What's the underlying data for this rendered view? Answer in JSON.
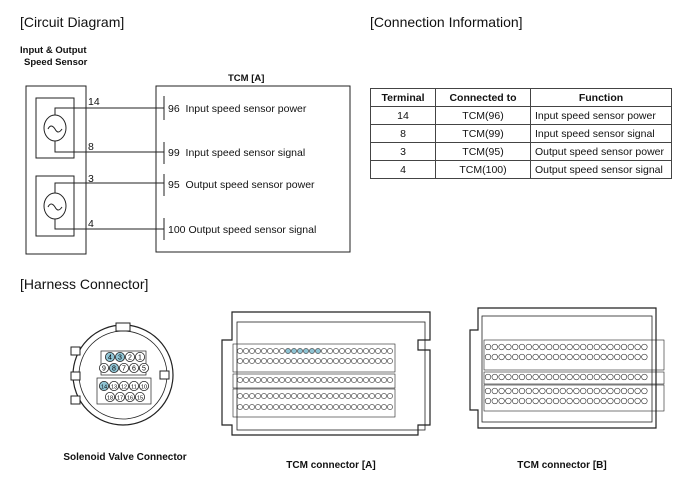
{
  "headings": {
    "circuit": "[Circuit Diagram]",
    "connection": "[Connection Information]",
    "harness": "[Harness Connector]"
  },
  "circuit": {
    "sensor_label_line1": "Input & Output",
    "sensor_label_line2": "Speed Sensor",
    "tcm_label": "TCM [A]",
    "lines": [
      {
        "sensor_pin": "14",
        "tcm_pin": "96",
        "signal": "Input speed sensor power"
      },
      {
        "sensor_pin": "8",
        "tcm_pin": "99",
        "signal": "Input speed sensor signal"
      },
      {
        "sensor_pin": "3",
        "tcm_pin": "95",
        "signal": "Output speed sensor power"
      },
      {
        "sensor_pin": "4",
        "tcm_pin": "100",
        "signal": "Output speed sensor signal"
      }
    ]
  },
  "table": {
    "headers": [
      "Terminal",
      "Connected to",
      "Function"
    ],
    "rows": [
      [
        "14",
        "TCM(96)",
        "Input speed sensor power"
      ],
      [
        "8",
        "TCM(99)",
        "Input speed sensor signal"
      ],
      [
        "3",
        "TCM(95)",
        "Output speed sensor power"
      ],
      [
        "4",
        "TCM(100)",
        "Output speed sensor signal"
      ]
    ]
  },
  "connectors": {
    "solenoid": {
      "caption": "Solenoid Valve Connector",
      "row1": [
        "4",
        "3",
        "2",
        "1"
      ],
      "row2": [
        "9",
        "8",
        "7",
        "6",
        "5"
      ],
      "row3": [
        "14",
        "13",
        "12",
        "11",
        "10"
      ],
      "row4": [
        "18",
        "17",
        "16",
        "15"
      ],
      "highlight": [
        "3",
        "4",
        "8",
        "14"
      ]
    },
    "tcm_a": {
      "caption": "TCM connector [A]"
    },
    "tcm_b": {
      "caption": "TCM connector [B]"
    }
  },
  "colors": {
    "highlight": "#8fc4d4",
    "line": "#222"
  }
}
